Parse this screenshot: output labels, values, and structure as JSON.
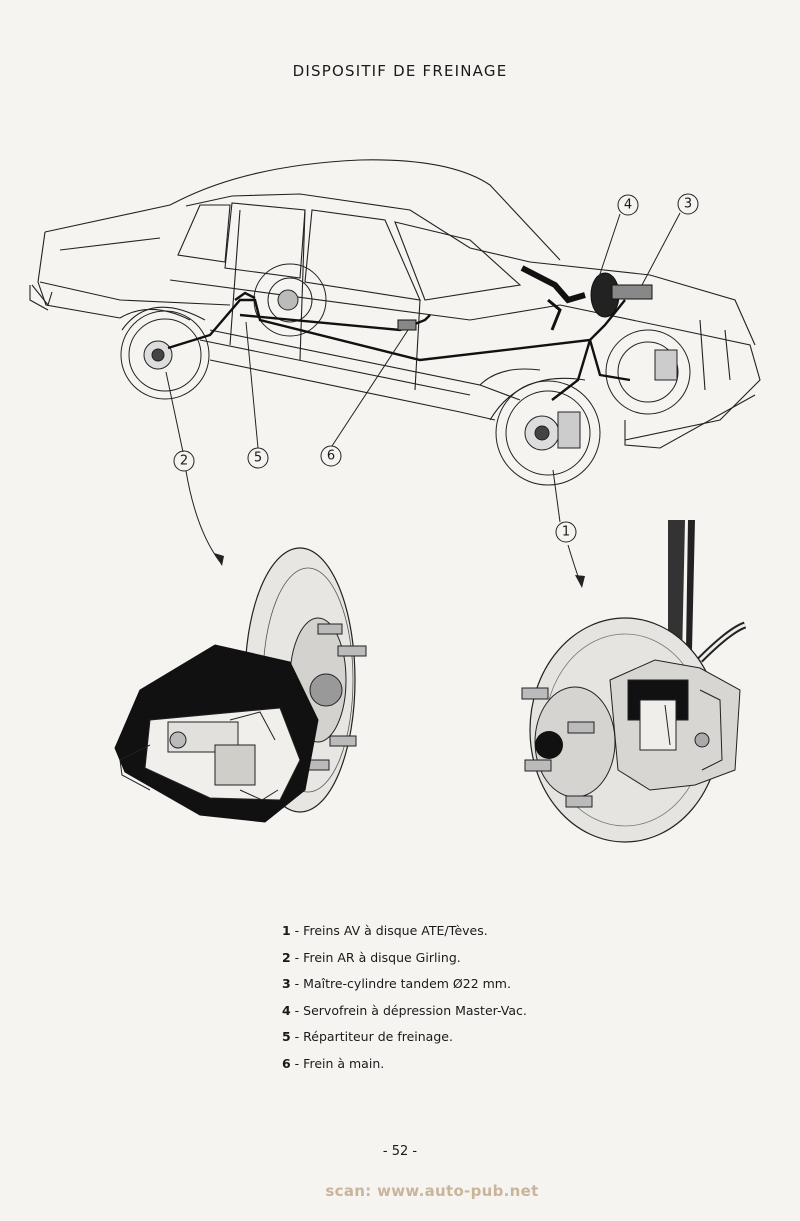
{
  "page": {
    "title": "DISPOSITIF DE FREINAGE",
    "page_number": "- 52 -",
    "watermark": "scan: www.auto-pub.net"
  },
  "callouts": [
    "1",
    "2",
    "3",
    "4",
    "5",
    "6"
  ],
  "legend": [
    {
      "num": "1",
      "sep": " - ",
      "text": "Freins AV à disque ATE/Tèves."
    },
    {
      "num": "2",
      "sep": " - ",
      "text": "Frein AR à disque Girling."
    },
    {
      "num": "3",
      "sep": " - ",
      "text": "Maître-cylindre tandem Ø22 mm."
    },
    {
      "num": "4",
      "sep": " - ",
      "text": "Servofrein à dépression Master-Vac."
    },
    {
      "num": "5",
      "sep": " - ",
      "text": "Répartiteur de freinage."
    },
    {
      "num": "6",
      "sep": " - ",
      "text": "Frein à main."
    }
  ],
  "colors": {
    "paper": "#f6f4f1",
    "ink": "#1a1a1a",
    "watermark": "#c9b59a"
  }
}
